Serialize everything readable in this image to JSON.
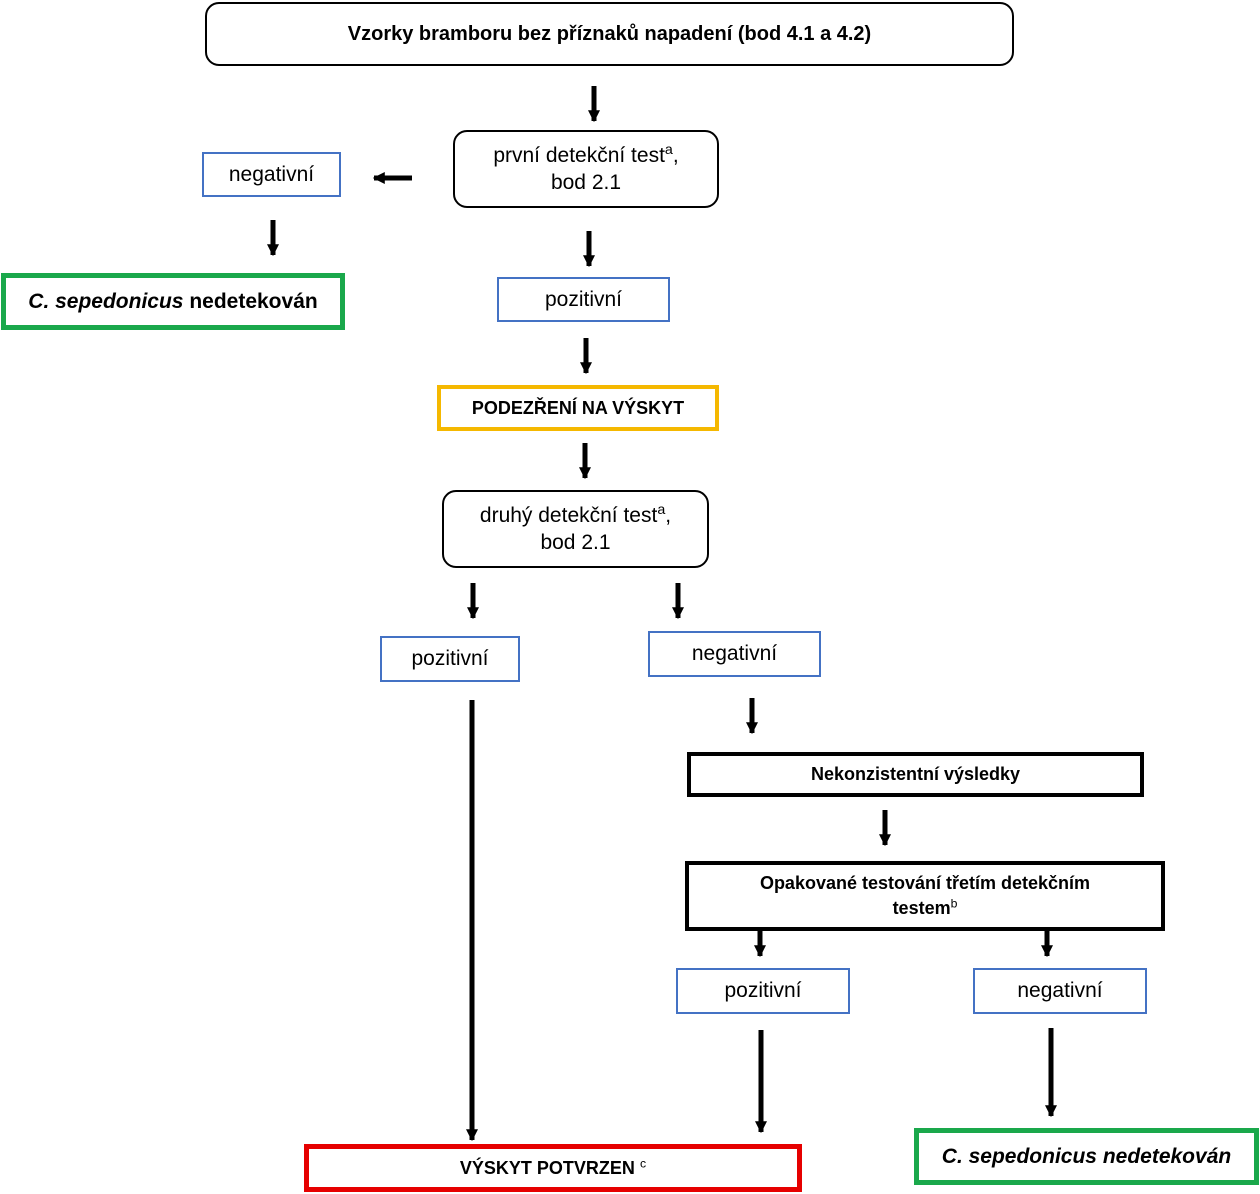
{
  "boxes": {
    "top": {
      "text": "Vzorky bramboru bez příznaků napadení (bod 4.1 a 4.2)"
    },
    "first_test": {
      "line1": "první detekční test",
      "sup": "a",
      "line2_prefix": ",",
      "line2": "bod 2.1"
    },
    "negative_1": {
      "text": "negativní"
    },
    "not_detected_1": {
      "italic": "C. sepedonicus",
      "rest": " nedetekován"
    },
    "positive_1": {
      "text": "pozitivní"
    },
    "suspicion": {
      "text": "PODEZŘENÍ NA VÝSKYT"
    },
    "second_test": {
      "line1": "druhý detekční test",
      "sup": "a",
      "line2_prefix": ",",
      "line2": "bod 2.1"
    },
    "positive_2": {
      "text": "pozitivní"
    },
    "negative_2": {
      "text": "negativní"
    },
    "inconsistent": {
      "text": "Nekonzistentní výsledky"
    },
    "third_test": {
      "line1": "Opakované testování třetím detekčním",
      "line2": "testem",
      "sup": "b"
    },
    "positive_3": {
      "text": "pozitivní"
    },
    "negative_3": {
      "text": "negativní"
    },
    "confirmed": {
      "text": "VÝSKYT POTVRZEN",
      "sup": "c"
    },
    "not_detected_2": {
      "text": "C. sepedonicus nedetekován"
    }
  },
  "colors": {
    "blue_border": "#4472c4",
    "green_border": "#1aa84b",
    "yellow_border": "#f5b800",
    "red_border": "#e60000",
    "black": "#000000"
  }
}
